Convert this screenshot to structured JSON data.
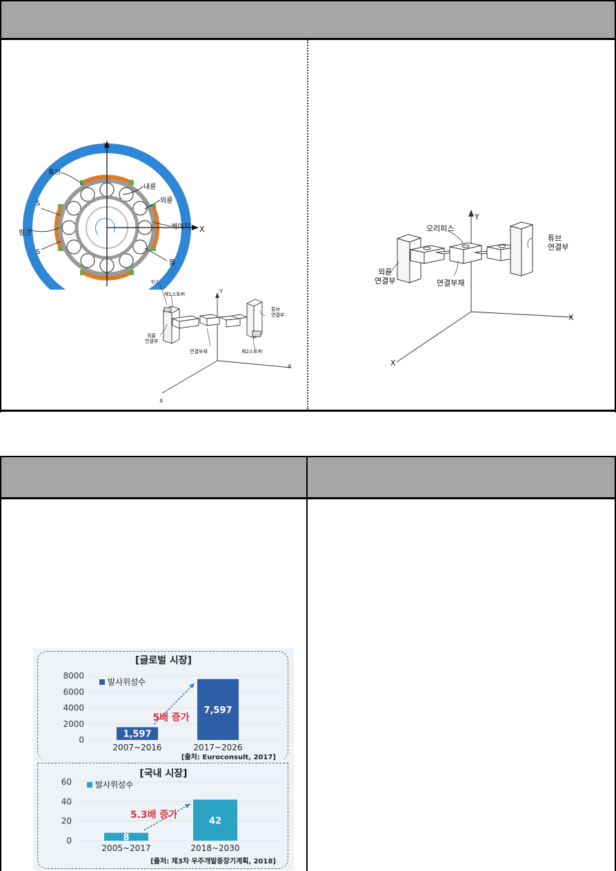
{
  "figure1": {
    "labels": {
      "y": "Y",
      "x": "X",
      "tube": "튜브",
      "inner_ring": "내륜",
      "outer_ring": "외륜",
      "s_top": "S",
      "link": "링크",
      "cage": "케이지",
      "s_bottom": "S",
      "ball": "볼"
    }
  },
  "figure2": {
    "labels": {
      "link": "링크",
      "stopper1": "제1스토퍼",
      "y": "Y",
      "tube_connector": "튜브\n연결부",
      "outer_connector": "외륜\n연결부",
      "connecting_member": "연결부재",
      "stopper2": "제2스토퍼",
      "x_right": "X",
      "x_bottom": "X"
    }
  },
  "figure3": {
    "labels": {
      "y": "Y",
      "orifice": "오리피스",
      "tube_connector": "튜브\n연결부",
      "outer_connector": "외륜\n연결부",
      "connecting_member": "연결부재",
      "x_right": "X",
      "x_bottom": "X"
    }
  },
  "chart_data": [
    {
      "type": "bar",
      "title": "[글로벌 시장]",
      "legend": "발사위성수",
      "categories": [
        "2007~2016",
        "2017~2026"
      ],
      "values": [
        1597,
        7597
      ],
      "value_labels": [
        "1,597",
        "7,597"
      ],
      "yticks": [
        "8000",
        "6000",
        "4000",
        "2000",
        "0"
      ],
      "ylim": [
        0,
        8000
      ],
      "annotation": "5배 증가",
      "source": "[출처: Euroconsult, 2017]",
      "colors": {
        "bar": "#2f5ea8",
        "annotation": "#d9363e"
      }
    },
    {
      "type": "bar",
      "title": "[국내 시장]",
      "legend": "발사위성수",
      "categories": [
        "2005~2017",
        "2018~2030"
      ],
      "values": [
        8,
        42
      ],
      "value_labels": [
        "8",
        "42"
      ],
      "yticks": [
        "60",
        "40",
        "20",
        "0"
      ],
      "ylim": [
        0,
        60
      ],
      "annotation": "5.3배 증가",
      "source": "[출처: 제3차 우주개발중장기계획, 2018]",
      "colors": {
        "bar": "#2aa3c4",
        "annotation": "#d9363e"
      }
    }
  ]
}
